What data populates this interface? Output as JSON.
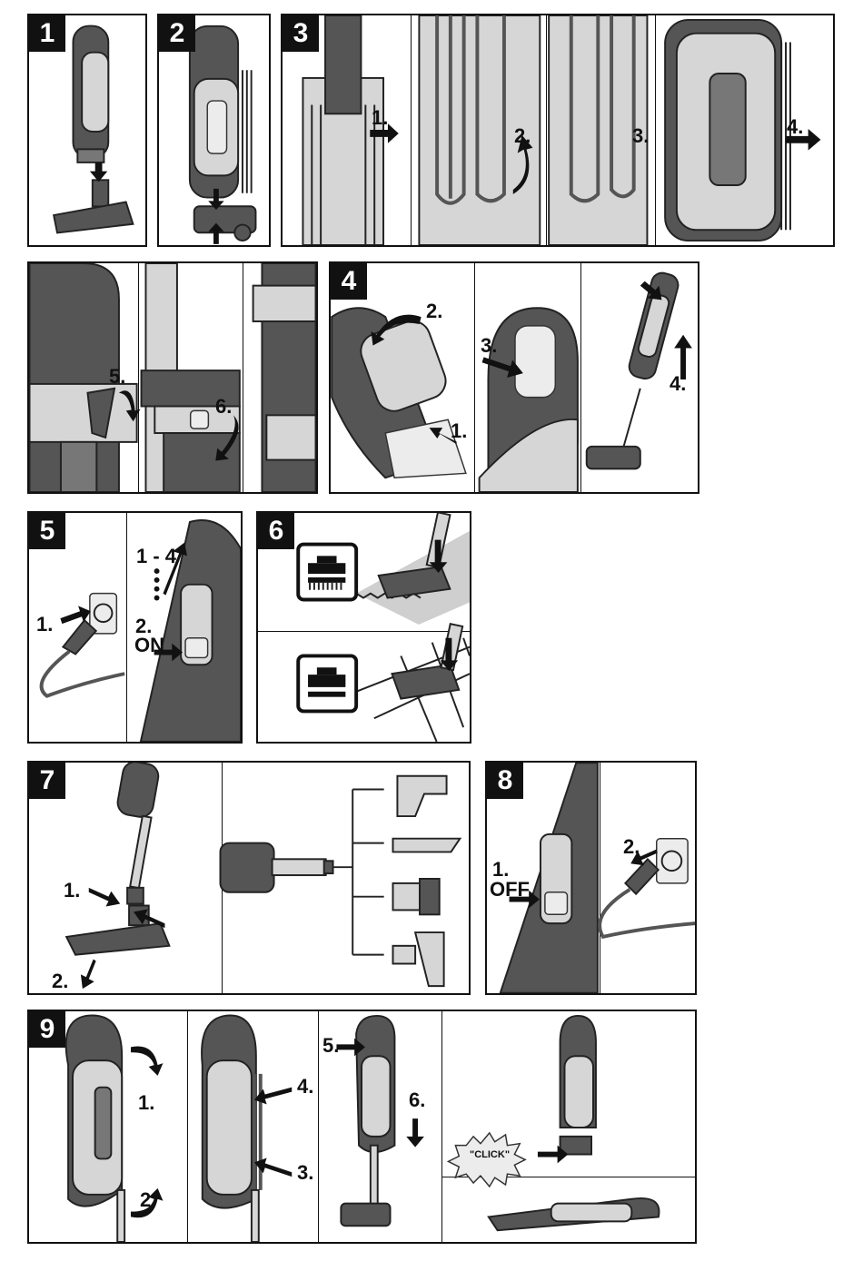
{
  "steps": {
    "s1": {
      "number": "1"
    },
    "s2": {
      "number": "2"
    },
    "s3": {
      "number": "3",
      "l1": "1.",
      "l2": "2.",
      "l3": "3.",
      "l4": "4."
    },
    "s3b": {
      "l5": "5.",
      "l6": "6."
    },
    "s4": {
      "number": "4",
      "l1": "1.",
      "l2": "2.",
      "l3": "3.",
      "l4": "4."
    },
    "s5": {
      "number": "5",
      "l1": "1.",
      "range": "1 - 4",
      "l2": "2.",
      "on": "ON"
    },
    "s6": {
      "number": "6"
    },
    "s7": {
      "number": "7",
      "l1": "1.",
      "l2": "2."
    },
    "s8": {
      "number": "8",
      "l1": "1.",
      "off": "OFF",
      "l2": "2."
    },
    "s9": {
      "number": "9",
      "l1": "1.",
      "l2": "2.",
      "l3": "3.",
      "l4": "4.",
      "l5": "5.",
      "l6": "6.",
      "click": "\"CLICK\""
    }
  },
  "icons": {
    "vacuum": "stick-vacuum-icon",
    "arrow": "arrow-icon",
    "plug": "power-plug-icon",
    "socket": "wall-socket-icon",
    "carpet": "carpet-mode-icon",
    "hardfloor": "hard-floor-mode-icon"
  }
}
